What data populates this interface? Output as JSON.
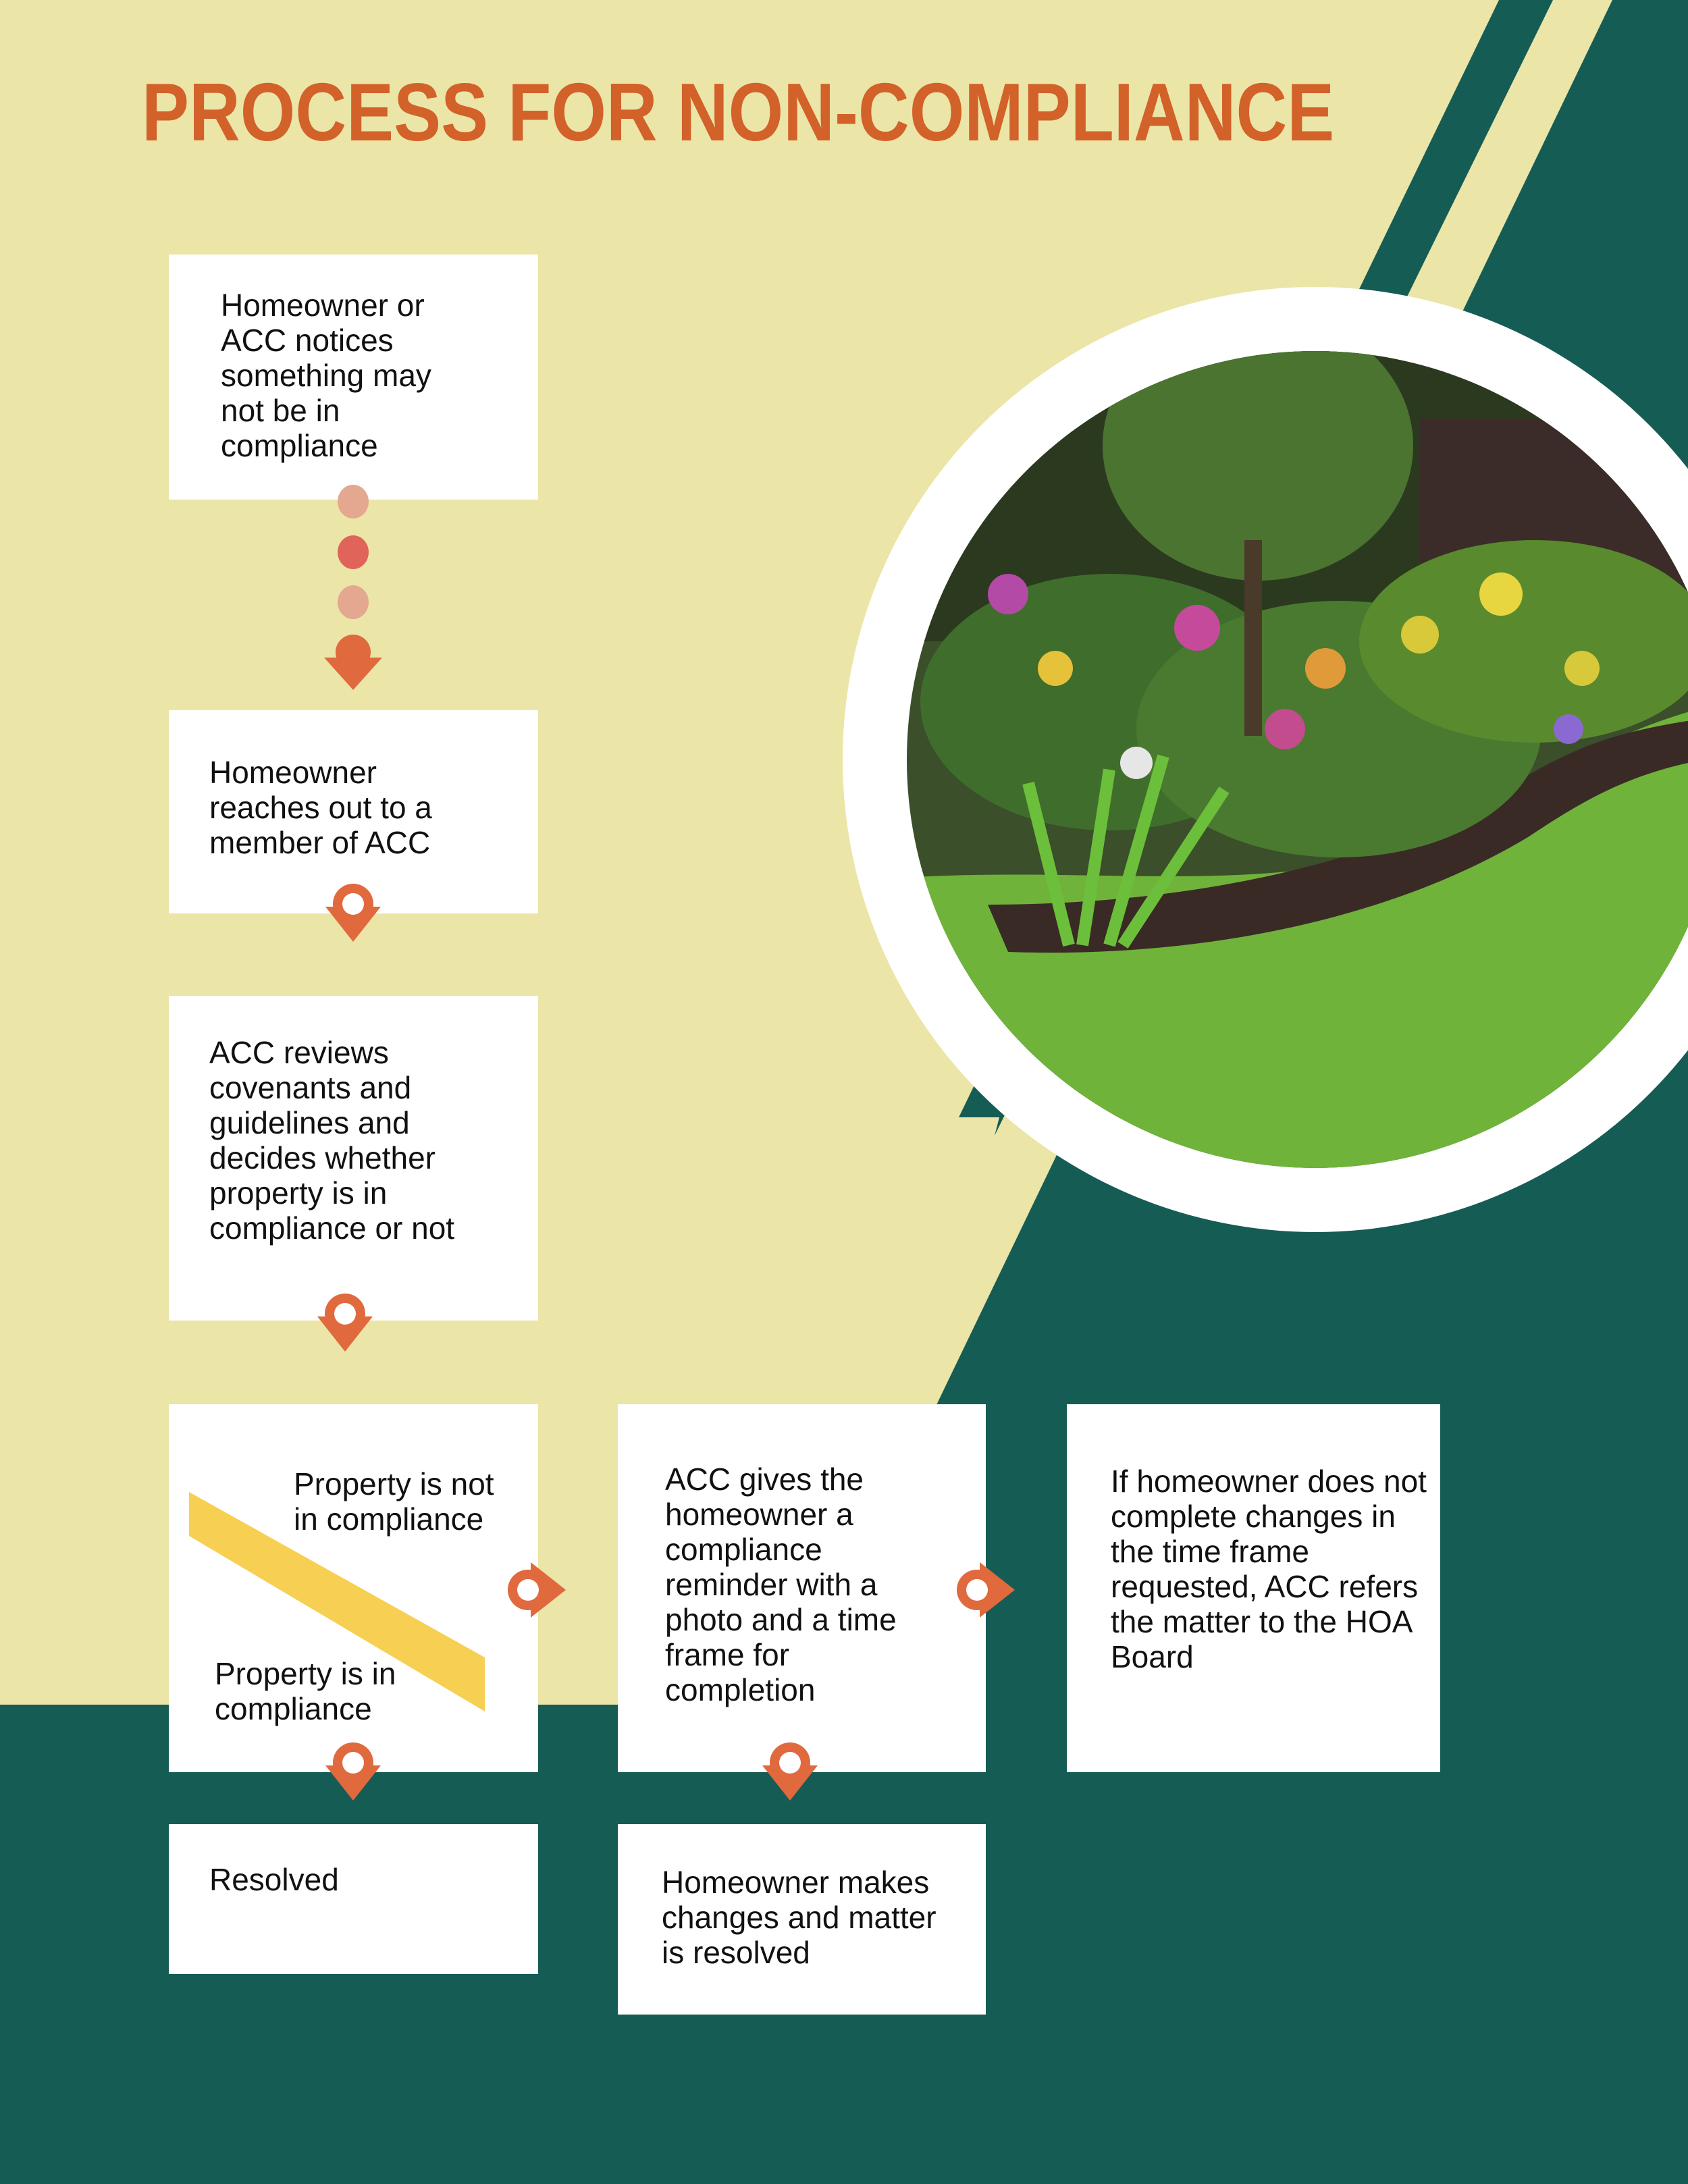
{
  "title": "PROCESS FOR NON-COMPLIANCE",
  "colors": {
    "background_cream": "#ebe5a8",
    "dark_teal": "#155c55",
    "title_orange": "#d2612a",
    "connector_orange": "#e0693e",
    "dot_light": "#e3a88f",
    "dot_mid": "#e0645a",
    "yellow_band": "#f7cf52",
    "box_white": "#ffffff"
  },
  "steps": {
    "notice": "Homeowner or ACC notices something may not be in compliance",
    "reach_out": "Homeowner reaches out to a member of ACC",
    "review": "ACC reviews covenants and guidelines and decides whether property is in compliance or not",
    "not_in_compliance": "Property is not in compliance",
    "in_compliance": "Property is in compliance",
    "reminder": "ACC gives the homeowner a compliance reminder with a photo and a time frame for completion",
    "refer": "If homeowner does not complete changes in the time frame requested, ACC refers the matter to the HOA Board",
    "resolved": "Resolved",
    "homeowner_resolves": "Homeowner makes changes and matter is resolved"
  },
  "icons": {
    "photo": "garden-photo",
    "connector": "location-pin-arrow-icon",
    "dots": "dotted-connector-icon"
  }
}
